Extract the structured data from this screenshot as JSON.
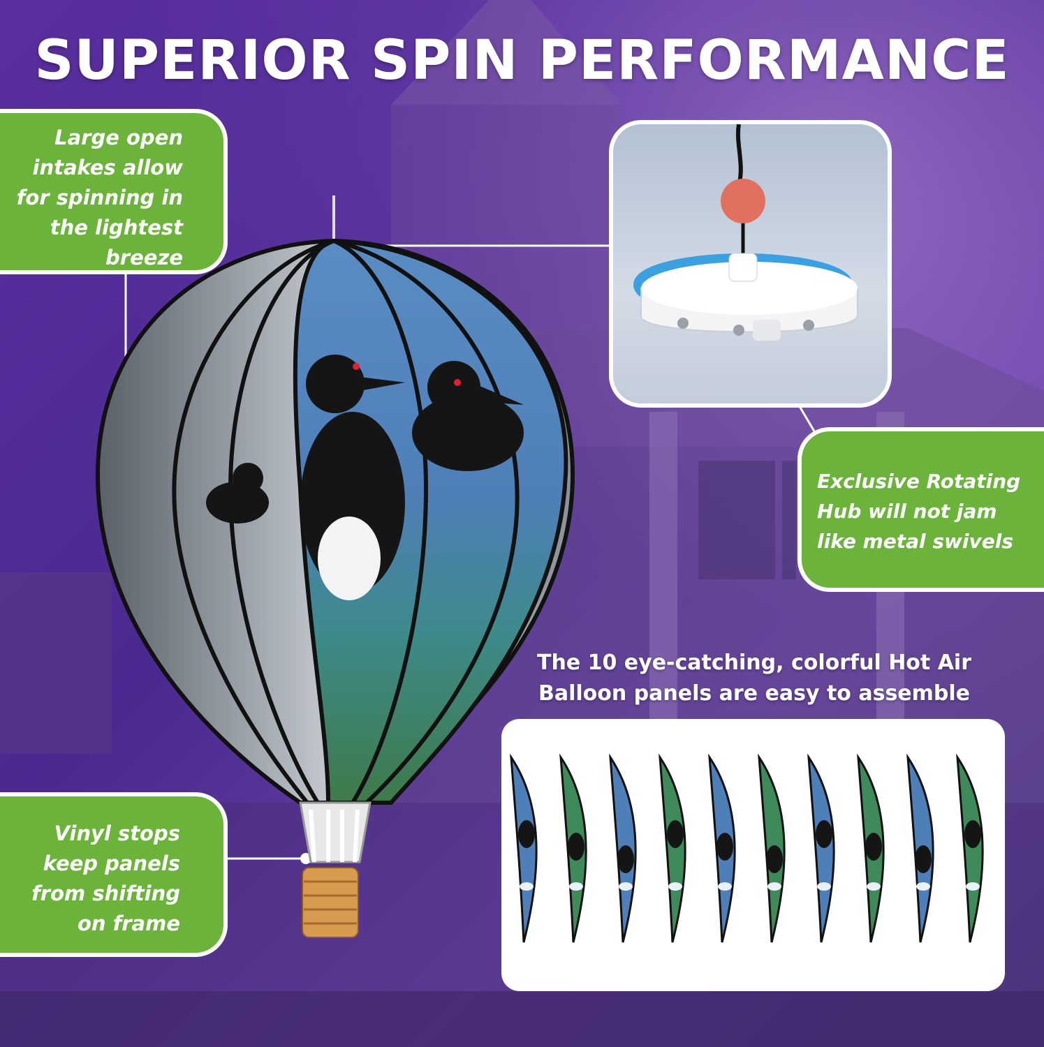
{
  "title": "SUPERIOR SPIN PERFORMANCE",
  "callouts": {
    "intakes": [
      "Large open",
      "intakes allow",
      "for spinning in",
      "the lightest",
      "breeze"
    ],
    "vinyl": [
      "Vinyl stops",
      "keep panels",
      "from shifting",
      "on frame"
    ],
    "hub": [
      "Exclusive Rotating",
      "Hub will not jam",
      "like metal swivels"
    ]
  },
  "panels_heading": [
    "The 10 eye-catching, colorful Hot Air",
    "Balloon panels are easy to assemble"
  ],
  "panel_count": 10,
  "colors": {
    "background": "#4d2e86",
    "callout_green": "#6bb33a",
    "callout_border": "#ffffff",
    "text": "#ffffff",
    "panel_blue": "#4f7fb8",
    "panel_green": "#3f8a5a",
    "hub_ball": "#e27060",
    "basket": "#d79a4f"
  }
}
